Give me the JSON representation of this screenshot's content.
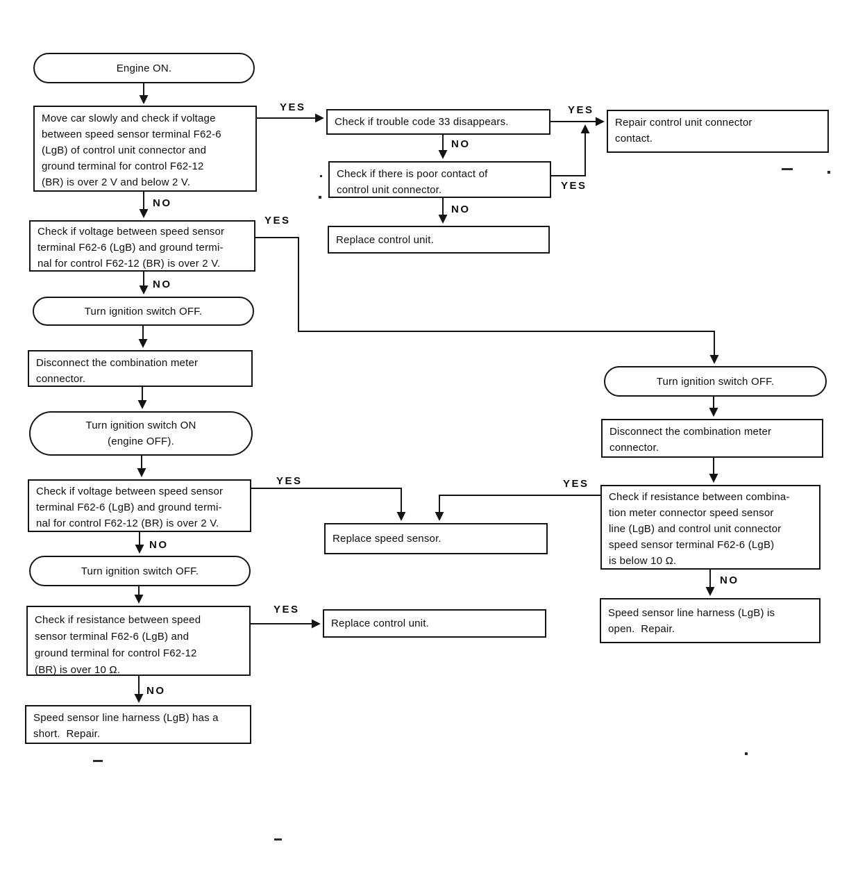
{
  "diagram": {
    "type": "flowchart",
    "subject": "speed sensor trouble code 33 diagnostic flowchart",
    "ink_color": "#141414",
    "background_color": "#ffffff",
    "nodes": {
      "engine_on": {
        "shape": "terminal",
        "text": "Engine ON."
      },
      "move_car_check": {
        "shape": "process",
        "text": "Move car slowly and check if voltage\nbetween speed sensor terminal F62-6\n(LgB) of control unit connector and\nground terminal for control F62-12\n(BR) is over 2 V and below 2 V."
      },
      "trouble_code_check": {
        "shape": "process",
        "text": "Check if trouble code 33 disappears."
      },
      "repair_connector_contact": {
        "shape": "process",
        "text": "Repair control unit connector\ncontact."
      },
      "poor_contact_check": {
        "shape": "process",
        "text": "Check if there is poor contact of\ncontrol unit connector."
      },
      "replace_control_unit_1": {
        "shape": "process",
        "text": "Replace control unit."
      },
      "voltage_check_1": {
        "shape": "process",
        "text": "Check if voltage between speed sensor\nterminal F62-6 (LgB) and ground termi-\nnal for control F62-12 (BR) is over 2 V."
      },
      "ignition_off_1": {
        "shape": "terminal",
        "text": "Turn ignition switch OFF."
      },
      "disconnect_meter_left": {
        "shape": "process",
        "text": "Disconnect the combination meter\nconnector."
      },
      "ignition_on_engine_off": {
        "shape": "terminal",
        "text": "Turn ignition switch ON\n(engine OFF)."
      },
      "voltage_check_2": {
        "shape": "process",
        "text": "Check if voltage between speed sensor\nterminal F62-6 (LgB) and ground termi-\nnal for control F62-12 (BR) is over 2 V."
      },
      "replace_speed_sensor": {
        "shape": "process",
        "text": "Replace speed sensor."
      },
      "ignition_off_2": {
        "shape": "terminal",
        "text": "Turn ignition switch OFF."
      },
      "resistance_check_left": {
        "shape": "process",
        "text": "Check if resistance between speed\nsensor terminal F62-6 (LgB) and\nground terminal for control F62-12\n(BR) is over 10 Ω."
      },
      "replace_control_unit_2": {
        "shape": "process",
        "text": "Replace control unit."
      },
      "harness_short": {
        "shape": "process",
        "text": "Speed sensor line harness (LgB) has a\nshort.  Repair."
      },
      "ignition_off_right": {
        "shape": "terminal",
        "text": "Turn ignition switch OFF."
      },
      "disconnect_meter_right": {
        "shape": "process",
        "text": "Disconnect the combination meter\nconnector."
      },
      "resistance_check_right": {
        "shape": "process",
        "text": "Check if resistance between combina-\ntion meter connector speed sensor\nline (LgB) and control unit connector\nspeed sensor terminal F62-6 (LgB)\nis below 10 Ω."
      },
      "harness_open": {
        "shape": "process",
        "text": "Speed sensor line harness (LgB) is\nopen.  Repair."
      }
    },
    "edges": [
      {
        "from": "engine_on",
        "to": "move_car_check",
        "label": ""
      },
      {
        "from": "move_car_check",
        "to": "trouble_code_check",
        "label": "YES"
      },
      {
        "from": "move_car_check",
        "to": "voltage_check_1",
        "label": "NO"
      },
      {
        "from": "trouble_code_check",
        "to": "repair_connector_contact",
        "label": "YES"
      },
      {
        "from": "trouble_code_check",
        "to": "poor_contact_check",
        "label": "NO"
      },
      {
        "from": "poor_contact_check",
        "to": "repair_connector_contact",
        "label": "YES"
      },
      {
        "from": "poor_contact_check",
        "to": "replace_control_unit_1",
        "label": "NO"
      },
      {
        "from": "voltage_check_1",
        "to": "ignition_off_right",
        "label": "YES"
      },
      {
        "from": "voltage_check_1",
        "to": "ignition_off_1",
        "label": "NO"
      },
      {
        "from": "ignition_off_1",
        "to": "disconnect_meter_left",
        "label": ""
      },
      {
        "from": "disconnect_meter_left",
        "to": "ignition_on_engine_off",
        "label": ""
      },
      {
        "from": "ignition_on_engine_off",
        "to": "voltage_check_2",
        "label": ""
      },
      {
        "from": "voltage_check_2",
        "to": "replace_speed_sensor",
        "label": "YES"
      },
      {
        "from": "voltage_check_2",
        "to": "ignition_off_2",
        "label": "NO"
      },
      {
        "from": "ignition_off_2",
        "to": "resistance_check_left",
        "label": ""
      },
      {
        "from": "resistance_check_left",
        "to": "replace_control_unit_2",
        "label": "YES"
      },
      {
        "from": "resistance_check_left",
        "to": "harness_short",
        "label": "NO"
      },
      {
        "from": "ignition_off_right",
        "to": "disconnect_meter_right",
        "label": ""
      },
      {
        "from": "disconnect_meter_right",
        "to": "resistance_check_right",
        "label": ""
      },
      {
        "from": "resistance_check_right",
        "to": "replace_speed_sensor",
        "label": "YES"
      },
      {
        "from": "resistance_check_right",
        "to": "harness_open",
        "label": "NO"
      }
    ]
  }
}
